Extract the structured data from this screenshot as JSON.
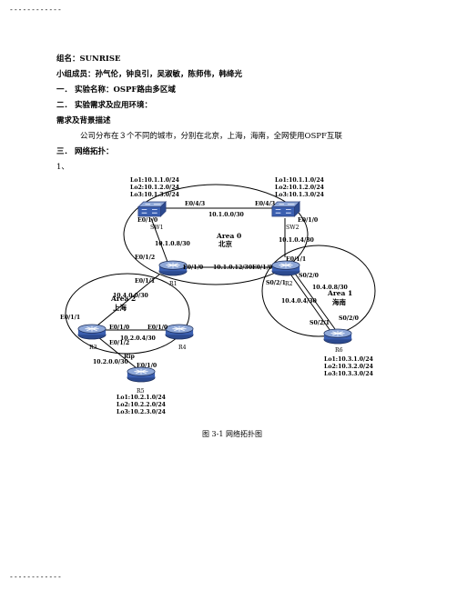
{
  "separator": "------------",
  "header": {
    "team": "组名：SUNRISE",
    "members": "小组成员：孙气伦，钟良引，吴淑敏，陈师伟，韩绛光"
  },
  "sections": {
    "s1": "一．  实验名称：OSPF路由多区域",
    "s2": "二．  实验需求及应用环境：",
    "req_title": "需求及背景描述",
    "req_body": "公司分布在３个不同的城市，分别在北京，上海，海南，全网使用OSPF互联",
    "s3": "三．  网络拓扑：",
    "item1": "1、"
  },
  "diagram": {
    "sw1_loopbacks": [
      "Lo1:10.1.1.0/24",
      "Lo2:10.1.2.0/24",
      "Lo3:10.1.3.0/24"
    ],
    "sw2_loopbacks": [
      "Lo1:10.1.1.0/24",
      "Lo2:10.1.2.0/24",
      "Lo3:10.1.3.0/24"
    ],
    "r6_loopbacks": [
      "Lo1:10.3.1.0/24",
      "Lo2:10.3.2.0/24",
      "Lo3:10.3.3.0/24"
    ],
    "r5_loopbacks": [
      "Lo1:10.2.1.0/24",
      "Lo2:10.2.2.0/24",
      "Lo3:10.2.3.0/24"
    ],
    "devices": {
      "sw1": "SW1",
      "sw2": "SW2",
      "r1": "R1",
      "r2": "R2",
      "r3": "R3",
      "r4": "R4",
      "r5": "R5",
      "r6": "R6"
    },
    "areas": {
      "a0_name": "Area 0",
      "a0_city": "北京",
      "a1_name": "Area 1",
      "a1_city": "海南",
      "a2_name": "Area 2",
      "a2_city": "上海"
    },
    "interfaces": {
      "sw1_e043": "E0/4/3",
      "sw2_e043": "E0/4/3",
      "sw1_e010": "E0/1/0",
      "sw2_e010": "E0/1/0",
      "r1_e012": "E0/1/2",
      "r1_e010": "E0/1/0",
      "r1_e011": "E0/1/1",
      "r2_e010": "E0/1/0",
      "r2_e011": "E0/1/1",
      "r2_s021": "S0/2/1",
      "r2_s020": "S0/2/0",
      "r6_s021": "S0/2/1",
      "r6_s020": "S0/2/0",
      "r3_e011": "E0/1/1",
      "r3_e010": "E0/1/0",
      "r3_e012": "E0/1/2",
      "r4_e010": "E0/1/0",
      "r5_e010": "E0/1/0"
    },
    "links": {
      "sw1_sw2": "10.1.0.0/30",
      "sw1_r1": "10.1.0.8/30",
      "sw2_r2": "10.1.0.4/30",
      "r1_r2": "10.1.0.12/30",
      "r1_r3": "10.4.0.0/30",
      "r3_r4": "10.2.0.4/30",
      "rip": "Rip",
      "r3_r5": "10.2.0.0/30",
      "r2_r6_a": "10.4.0.8/30",
      "r2_r6_b": "10.4.0.4/30"
    },
    "caption": "图 3-1 网络拓扑图"
  }
}
